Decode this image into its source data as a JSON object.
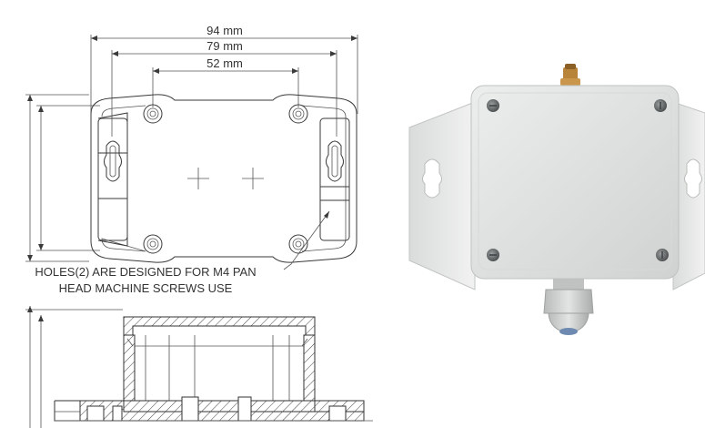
{
  "top_view": {
    "dimensions": [
      {
        "id": "overall",
        "label": "94 mm"
      },
      {
        "id": "slot_pitch",
        "label": "79 mm"
      },
      {
        "id": "hole_pitch",
        "label": "52 mm"
      }
    ],
    "note_line1": "HOLES(2) ARE DESIGNED FOR M4 PAN",
    "note_line2": "HEAD MACHINE SCREWS USE"
  },
  "photo": {
    "subject": "enclosure-with-mounting-flanges",
    "colors": {
      "body": "#dcdfde",
      "flange": "#e6e8e6",
      "screw": "#6b6f70",
      "gland": "#c9ccca",
      "connector": "#b8843a"
    }
  }
}
